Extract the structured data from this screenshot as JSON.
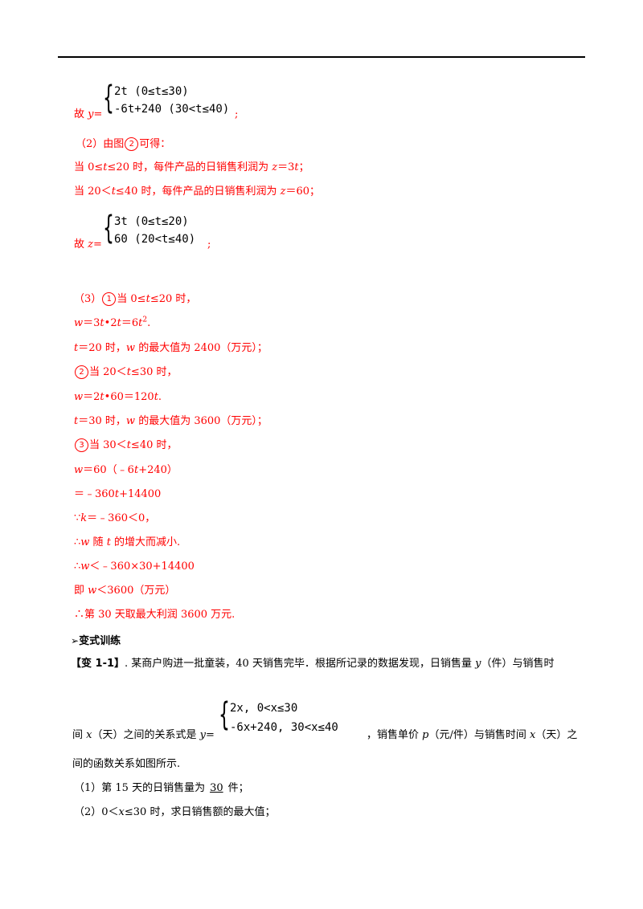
{
  "page": {
    "header_rule": true
  },
  "part1": {
    "prefix": "故 ",
    "var": "y",
    "eq": "=",
    "case1": "2t      (0≤t≤30)",
    "case2": "-6t+240 (30<t≤40)",
    "suffix": ";"
  },
  "part2": {
    "intro": "（2）由图",
    "circle": "2",
    "intro_end": "可得：",
    "l1_a": "当 0≤",
    "l1_b": "t",
    "l1_c": "≤20 时，每件产品的日销售利润为 ",
    "l1_d": "z",
    "l1_e": "＝3",
    "l1_f": "t",
    "l1_g": "；",
    "l2_a": "当 20＜",
    "l2_b": "t",
    "l2_c": "≤40 时，每件产品的日销售利润为 ",
    "l2_d": "z",
    "l2_e": "＝60；",
    "pw_prefix": "故 ",
    "pw_var": "z",
    "pw_eq": "=",
    "case1": "3t (0≤t≤20)",
    "case2": "60 (20<t≤40)",
    "suffix": ";"
  },
  "part3": {
    "l1_a": "（3）",
    "c1": "1",
    "l1_b": "当 0≤",
    "l1_t": "t",
    "l1_c": "≤20 时，",
    "l2_a": "w",
    "l2_b": "＝3",
    "l2_c": "t",
    "l2_d": "•2",
    "l2_e": "t",
    "l2_f": "＝6",
    "l2_g": "t",
    "l2_sup": "2",
    "l2_h": ".",
    "l3_a": "t",
    "l3_b": "＝20 时，",
    "l3_c": "w",
    "l3_d": " 的最大值为 2400（万元）；",
    "c2": "2",
    "l4_b": "当 20＜",
    "l4_t": "t",
    "l4_c": "≤30 时，",
    "l5_a": "w",
    "l5_b": "＝2",
    "l5_c": "t",
    "l5_d": "•60＝120",
    "l5_e": "t",
    "l5_f": ".",
    "l6_a": "t",
    "l6_b": "＝30 时，",
    "l6_c": "w",
    "l6_d": " 的最大值为 3600（万元）；",
    "c3": "3",
    "l7_b": "当 30＜",
    "l7_t": "t",
    "l7_c": "≤40 时，",
    "l8_a": "w",
    "l8_b": "＝60（﹣6",
    "l8_c": "t",
    "l8_d": "+240）",
    "l9_a": "＝﹣360",
    "l9_b": "t",
    "l9_c": "+14400",
    "l10_a": "∵",
    "l10_b": "k",
    "l10_c": "＝﹣360＜0，",
    "l11_a": "∴",
    "l11_b": "w",
    "l11_c": " 随 ",
    "l11_d": "t",
    "l11_e": " 的增大而减小.",
    "l12_a": "∴",
    "l12_b": "w",
    "l12_c": "＜﹣360×30+14400",
    "l13_a": "即 ",
    "l13_b": "w",
    "l13_c": "＜3600（万元）",
    "l14": "∴第 30 天取最大利润 3600 万元."
  },
  "section": {
    "arrow": "➢",
    "title": "变式训练"
  },
  "problem": {
    "tag": "【变 1-1】",
    "text1": ". 某商户购进一批童装，40 天销售完毕．根据所记录的数据发现，日销售量 ",
    "y": "y",
    "text1b": "（件）与销售时",
    "text2a": "间 ",
    "x": "x",
    "text2b": "（天）之间的关系式是 ",
    "pw_var": "y",
    "pw_eq": "=",
    "case1": "2x, 0<x≤30",
    "case2": "-6x+240, 30<x≤40",
    "text2c": "，销售单价 ",
    "p": "p",
    "text2d": "（元/件）与销售时间 ",
    "x2": "x",
    "text2e": "（天）之",
    "text3": "间的函数关系如图所示.",
    "q1_a": "（1）第 15 天的日销售量为",
    "q1_ans": "30",
    "q1_b": "件；",
    "q2_a": "（2）0＜",
    "q2_x": "x",
    "q2_b": "≤30 时，求日销售额的最大值；"
  }
}
